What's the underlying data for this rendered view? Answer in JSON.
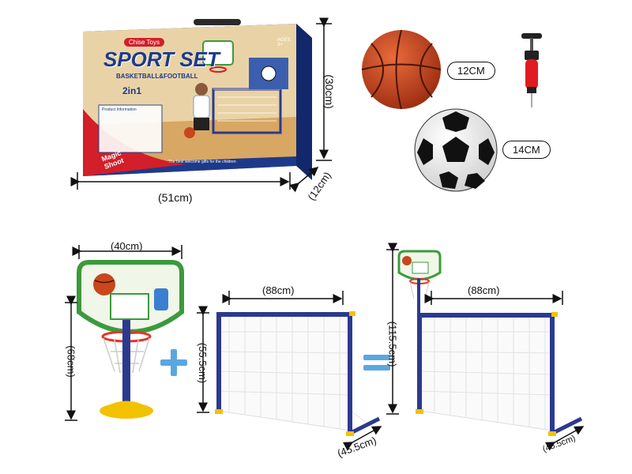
{
  "box": {
    "brand": "Chise Toys",
    "title": "SPORT SET",
    "subtitle": "BASKETBALL&FOOTBALL",
    "badge": "2in1",
    "age": "AGES 3+",
    "slogan": "The best welcome gifts for the children",
    "magic": "Magic Shoot",
    "info_title": "Product Information"
  },
  "dimensions": {
    "box_width": "(51cm)",
    "box_height": "(30cm)",
    "box_depth": "(12cm)",
    "hoop_width": "(40cm)",
    "hoop_height": "(68cm)",
    "goal_width": "(88cm)",
    "goal_height": "(55.5cm)",
    "goal_depth": "(45.5cm)",
    "combo_goal_width": "(88cm)",
    "combo_height": "(115.5cm)",
    "combo_depth": "(45.5cm)"
  },
  "balls": {
    "basketball_size": "12CM",
    "football_size": "14CM"
  },
  "colors": {
    "box_blue": "#1d3a8a",
    "box_red": "#d21f2a",
    "goal_frame": "#2b3a8f",
    "basketball": "#c8471c",
    "pump_red": "#e01b22",
    "hoop_base": "#f2c200",
    "backboard_green": "#3c9a3c"
  }
}
